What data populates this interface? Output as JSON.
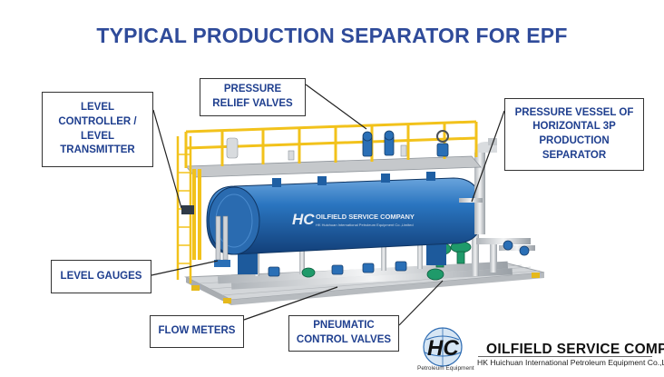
{
  "title": "TYPICAL PRODUCTION SEPARATOR FOR EPF",
  "callouts": {
    "level_controller": "LEVEL CONTROLLER / LEVEL TRANSMITTER",
    "pressure_relief": "PRESSURE RELIEF VALVES",
    "pressure_vessel": "PRESSURE VESSEL OF HORIZONTAL 3P PRODUCTION SEPARATOR",
    "level_gauges": "LEVEL GAUGES",
    "flow_meters": "FLOW METERS",
    "pneumatic": "PNEUMATIC CONTROL VALVES"
  },
  "vessel_label": "OILFIELD SERVICE COMPANY",
  "vessel_sublabel": "HK Huichuan International Petroleum Equipment Co.,Limited",
  "logo": {
    "mark": "HC",
    "name": "OILFIELD SERVICE COMPANY",
    "subtitle": "HK Huichuan International Petroleum Equipment Co.,Limited",
    "caption": "Petroleum Equipment"
  },
  "colors": {
    "title": "#2f4b9a",
    "callout_text": "#1f3f8f",
    "vessel": "#1f66b0",
    "railing": "#f2c21b",
    "skid": "#c9ccd0",
    "valve": "#1f9a6a"
  }
}
